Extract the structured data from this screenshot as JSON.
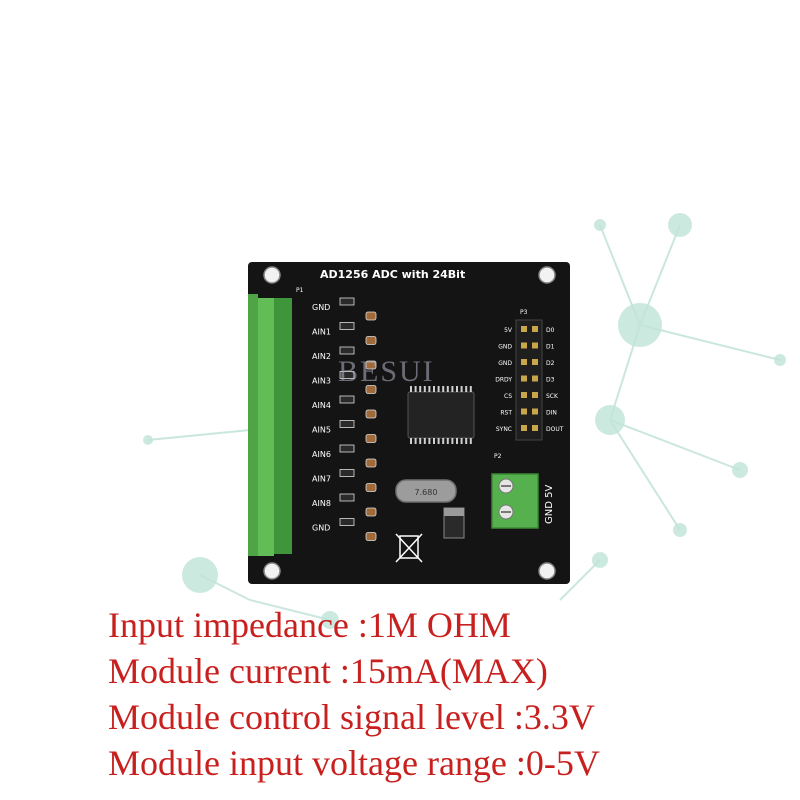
{
  "photo": {
    "subject": "AD1256 ADC module PCB",
    "board": {
      "title": "AD1256 ADC with 24Bit",
      "connector_p1": "P1",
      "left_labels": [
        "GND",
        "AIN1",
        "AIN2",
        "AIN3",
        "AIN4",
        "AIN5",
        "AIN6",
        "AIN7",
        "AIN8",
        "GND"
      ],
      "connector_p3": "P3",
      "p3_left_labels": [
        "5V",
        "GND",
        "GND",
        "DRDY",
        "CS",
        "RST",
        "SYNC"
      ],
      "p3_right_labels": [
        "D0",
        "D1",
        "D2",
        "D3",
        "SCK",
        "DIN",
        "DOUT"
      ],
      "connector_p2": "P2",
      "power_label": "GND 5V",
      "crystal_marking": "7.680"
    },
    "watermark": "BESUI"
  },
  "specs": [
    "Input impedance :1M OHM",
    "Module current :15mA(MAX)",
    "Module control signal level :3.3V",
    "Module input voltage range :0-5V"
  ],
  "colors": {
    "pcb": "#141414",
    "terminal_green": "#56b04d",
    "spec_text": "#c8201e",
    "network_nodes": "#bfe3d8"
  }
}
